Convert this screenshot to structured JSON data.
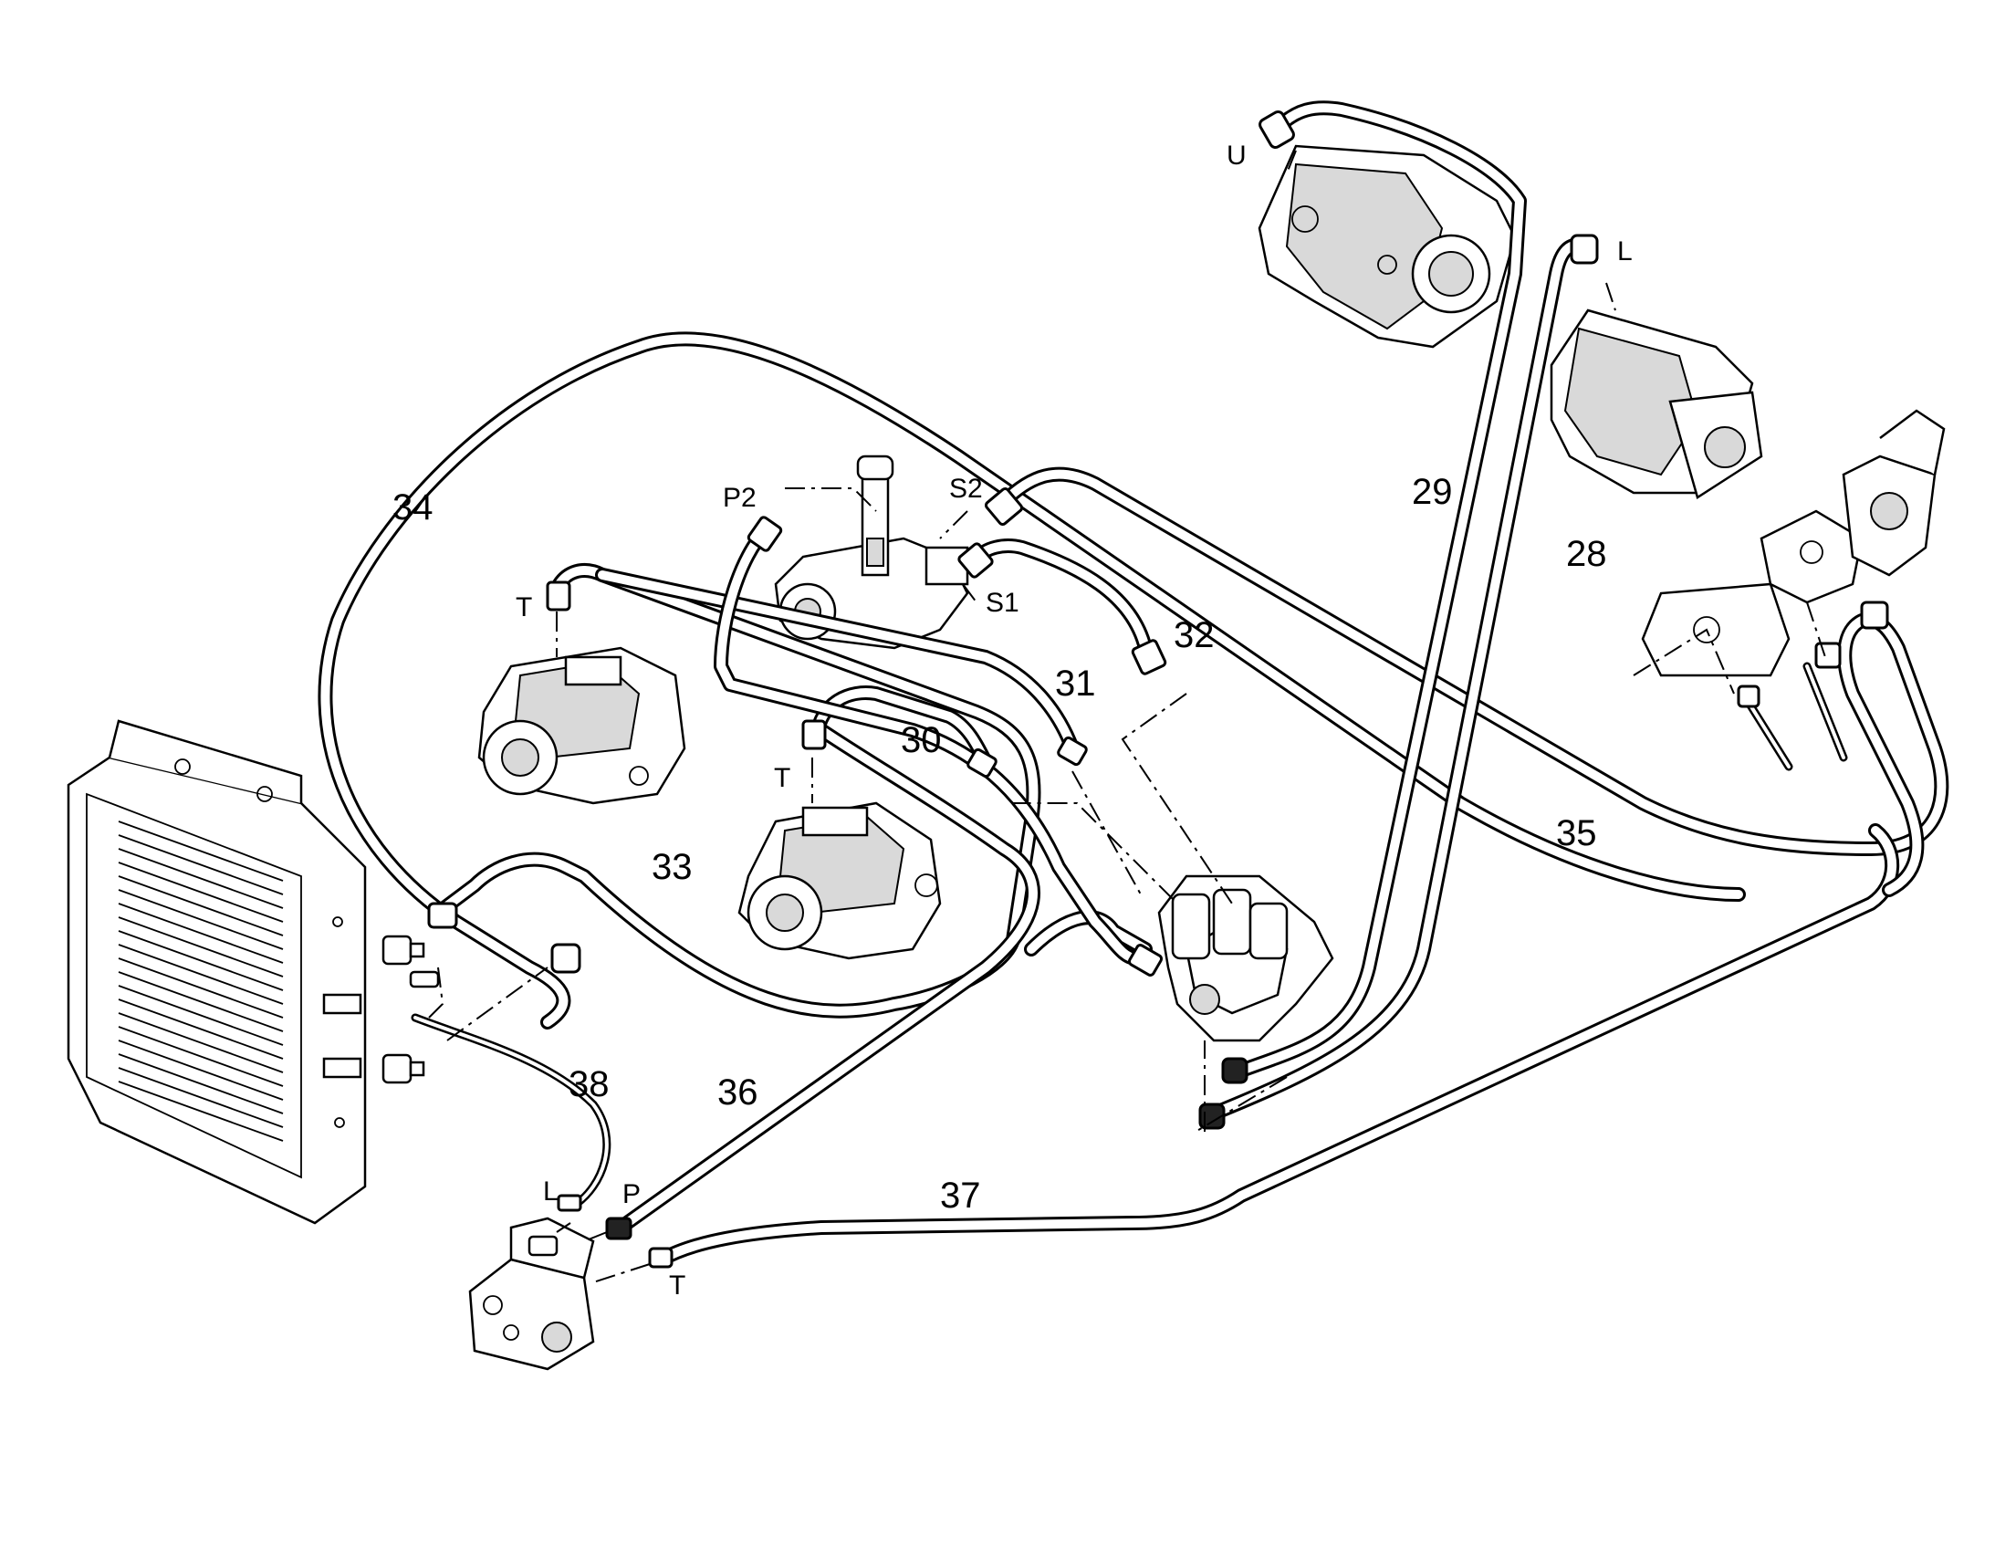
{
  "callouts": {
    "n28": "28",
    "n29": "29",
    "n30": "30",
    "n31": "31",
    "n32": "32",
    "n33": "33",
    "n34": "34",
    "n35": "35",
    "n36": "36",
    "n37": "37",
    "n38": "38"
  },
  "ports": {
    "u": "U",
    "l_top": "L",
    "p2": "P2",
    "s2": "S2",
    "s1": "S1",
    "t_left": "T",
    "t_mid": "T",
    "l_bottom": "L",
    "p_bottom": "P",
    "t_bottom": "T"
  }
}
